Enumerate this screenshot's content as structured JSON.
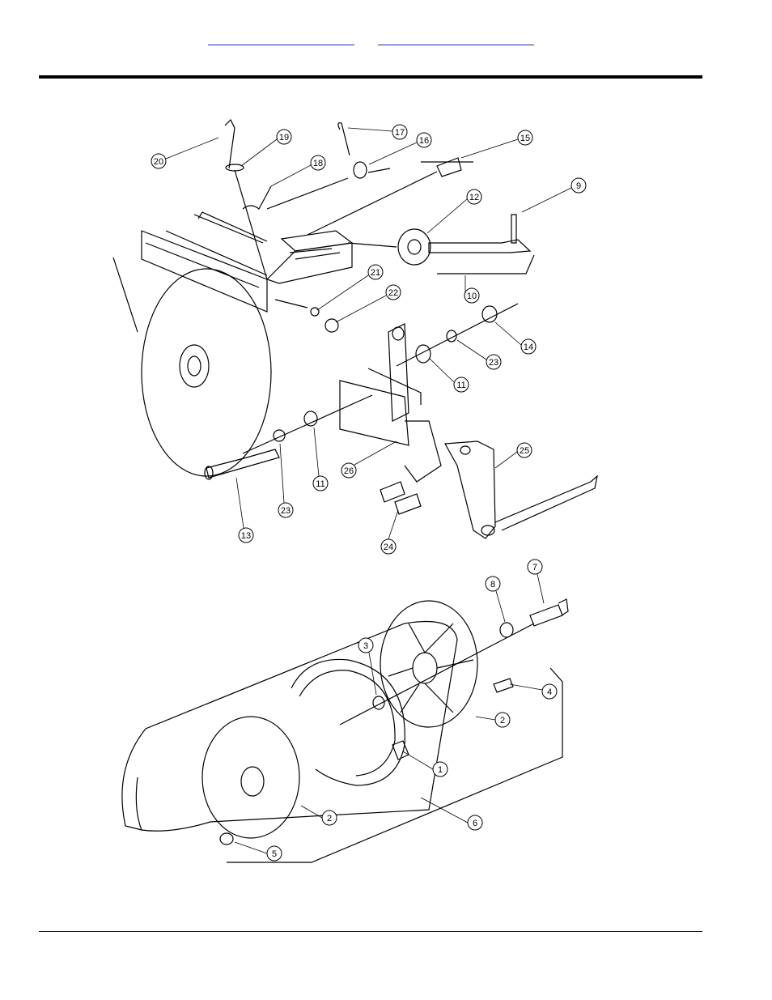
{
  "header": {
    "link_1": "",
    "link_2": ""
  },
  "diagram": {
    "callouts": [
      {
        "label": "20"
      },
      {
        "label": "19"
      },
      {
        "label": "17"
      },
      {
        "label": "16"
      },
      {
        "label": "15"
      },
      {
        "label": "18"
      },
      {
        "label": "12"
      },
      {
        "label": "9"
      },
      {
        "label": "10"
      },
      {
        "label": "21"
      },
      {
        "label": "22"
      },
      {
        "label": "14"
      },
      {
        "label": "23"
      },
      {
        "label": "11"
      },
      {
        "label": "11"
      },
      {
        "label": "26"
      },
      {
        "label": "25"
      },
      {
        "label": "23"
      },
      {
        "label": "13"
      },
      {
        "label": "24"
      },
      {
        "label": "8"
      },
      {
        "label": "7"
      },
      {
        "label": "3"
      },
      {
        "label": "4"
      },
      {
        "label": "2"
      },
      {
        "label": "1"
      },
      {
        "label": "2"
      },
      {
        "label": "6"
      },
      {
        "label": "5"
      }
    ]
  }
}
